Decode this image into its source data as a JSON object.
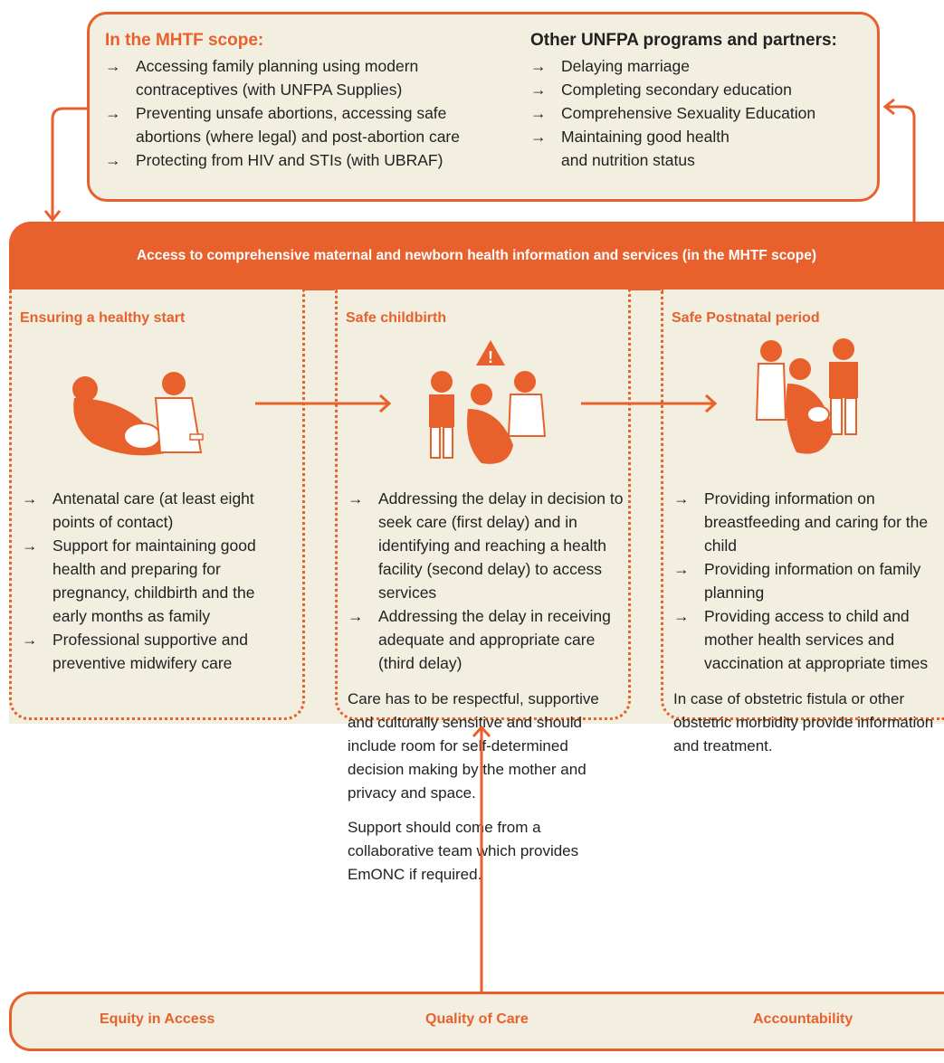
{
  "top": {
    "left_title": "In the MHTF scope:",
    "left_items": [
      "Accessing family planning using modern contraceptives (with UNFPA Supplies)",
      "Preventing unsafe abortions, accessing safe abortions (where legal) and post-abortion care",
      "Protecting from HIV and STIs (with UBRAF)"
    ],
    "right_title": "Other UNFPA programs and partners:",
    "right_items": [
      "Delaying marriage",
      "Completing secondary education",
      "Comprehensive Sexuality Education",
      "Maintaining good health and nutrition status"
    ]
  },
  "banner": "Access to comprehensive maternal and newborn health information and services (in the MHTF scope)",
  "panels": [
    {
      "title": "Ensuring a healthy start",
      "items": [
        "Antenatal care (at least eight points of contact)",
        "Support for maintaining good health and preparing for pregnancy, childbirth and the early months as family",
        "Professional supportive and preventive midwifery care"
      ]
    },
    {
      "title": "Safe childbirth",
      "items": [
        "Addressing the delay in decision to seek care (first delay) and in identifying and reaching a health facility (second delay) to access services",
        "Addressing the delay in receiving adequate and appropriate care (third delay)"
      ],
      "paragraphs": [
        "Care has to be respectful, supportive and culturally sensitive and should include room for self-determined decision making by the mother and privacy and space.",
        "Support should come from a collaborative team which provides EmONC if required."
      ]
    },
    {
      "title": "Safe Postnatal period",
      "items": [
        "Providing information on breastfeeding and caring for the child",
        "Providing information on family planning",
        "Providing access to child and mother health services and vaccination at appropriate times"
      ],
      "paragraphs": [
        "In case of obstetric fistula or other obstetric morbidity provide information and treatment."
      ]
    }
  ],
  "pillars": [
    "Equity in Access",
    "Quality of Care",
    "Accountability"
  ],
  "colors": {
    "accent": "#e8602c",
    "panel_bg": "#f2efe0"
  },
  "icons": [
    "warning-icon",
    "pregnant-woman-with-midwife-icon",
    "birth-support-team-icon",
    "postnatal-family-icon"
  ]
}
